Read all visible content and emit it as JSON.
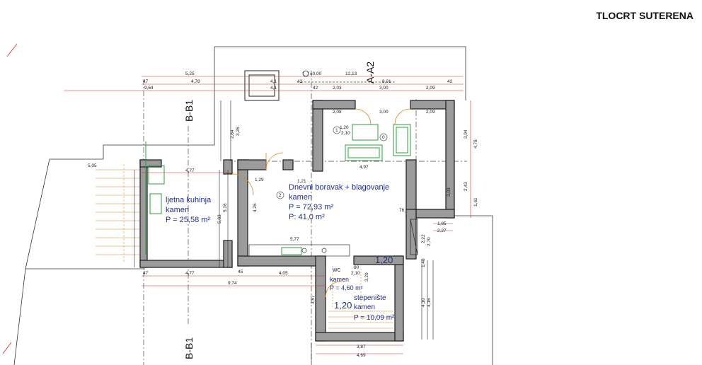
{
  "page_title": "TLOCRT SUTERENA",
  "colors": {
    "wall": "#1b1b1b",
    "wall_fill": "#9b9b9b",
    "room_text": "#1f2f8f",
    "dim_red": "#d22b2b",
    "dim_black": "#222222",
    "green": "#2e9c3c",
    "orange": "#d98a2b"
  },
  "sections": {
    "b_top": "B-B1",
    "b_bottom": "B-B1",
    "a": "A-A2"
  },
  "level_mark": "±0,00",
  "rooms": {
    "kitchen": {
      "name": "ljetna kuhinja",
      "finish": "kamen",
      "area": "P = 25,58 m²"
    },
    "living": {
      "name": "Dnevni boravak + blagovanje",
      "finish": "kamen",
      "area": "P = 72,93 m²",
      "area2": "P: 41,0 m²"
    },
    "wc": {
      "name": "wc",
      "finish": "kamen",
      "area": "P = 4,60 m²"
    },
    "stairs": {
      "name": "stepenište",
      "finish": "kamen",
      "area": "P = 10,09 m²"
    }
  },
  "stair_mark": "1,20",
  "stair_mark2": "1,20",
  "markers": {
    "m1": "1",
    "m2": "2",
    "m0": "0"
  },
  "dims": {
    "top_row1": [
      "5,25",
      "12,13"
    ],
    "top_row2": [
      "47",
      "4,78",
      "4,1",
      "42",
      "8,01",
      "42"
    ],
    "top_row3": [
      "9,64",
      "4,1",
      "42",
      "2,03",
      "3,00",
      "2,09"
    ],
    "inner_top": [
      "2,08",
      "3,00",
      "2,09"
    ],
    "left_block": "5,05",
    "mid_477": "4,77",
    "bottom_row1": [
      "47",
      "4,77",
      "45",
      "4,05"
    ],
    "bottom_row2": "9,74",
    "bottom_stairs": [
      "3,87",
      "4,69"
    ],
    "inner_577": "5,77",
    "inner_497": "4,97",
    "inner_121": "1,21",
    "inner_129": "1,29",
    "inner_76": "76",
    "right_vert": [
      "4,78",
      "3,94",
      "2,43",
      "1,61",
      "3,03"
    ],
    "right_small": [
      "1,85",
      "2,27",
      "2,22",
      "2,70"
    ],
    "left_vert": [
      "5,83",
      "5,26",
      "2,84",
      "3,26"
    ],
    "stairs_vert": [
      "3,57",
      "4,10",
      "4,16",
      "1,48"
    ],
    "misc": [
      "80",
      "2,10",
      "3,20",
      "1,20",
      "2,10",
      "4,26"
    ]
  }
}
